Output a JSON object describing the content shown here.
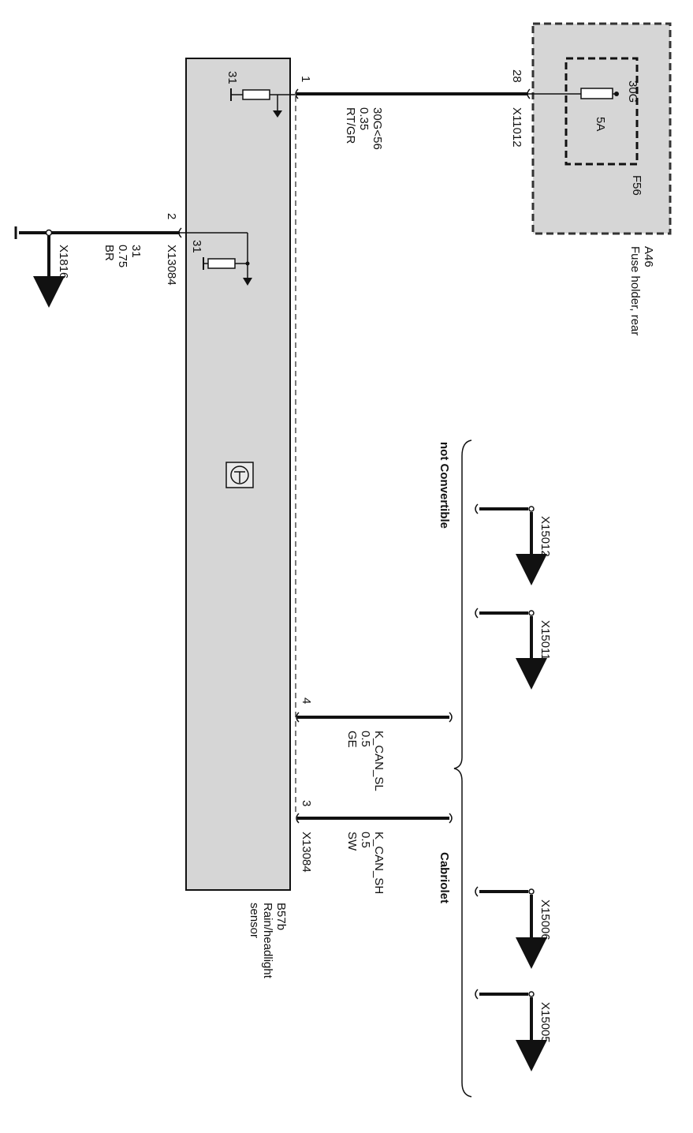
{
  "fuse_holder": {
    "designation": "A46",
    "name": "Fuse holder, rear",
    "fuse": {
      "id": "F56",
      "terminal": "30G",
      "rating": "5A"
    },
    "connector": {
      "id": "X11012",
      "pin": "28"
    }
  },
  "sensor": {
    "designation": "B57b",
    "name_line1": "Rain/headlight",
    "name_line2": "sensor",
    "connector": "X13084",
    "ground_terminal": "31"
  },
  "wires": {
    "power": {
      "pin": "1",
      "signal": "30G<56",
      "gauge": "0.35",
      "color": "RT/GR"
    },
    "ground": {
      "pin": "2",
      "connector": "X13084",
      "signal": "31",
      "gauge": "0.75",
      "color": "BR",
      "dest": "X1816"
    },
    "can_low": {
      "pin": "4",
      "signal": "K_CAN_SL",
      "gauge": "0.5",
      "color": "GE"
    },
    "can_high": {
      "pin": "3",
      "connector": "X13084",
      "signal": "K_CAN_SH",
      "gauge": "0.5",
      "color": "SW"
    }
  },
  "variants": {
    "not_convertible": {
      "label": "not Convertible",
      "connectors": [
        "X15012",
        "X15011"
      ]
    },
    "cabriolet": {
      "label": "Cabriolet",
      "connectors": [
        "X15006",
        "X15005"
      ]
    }
  }
}
